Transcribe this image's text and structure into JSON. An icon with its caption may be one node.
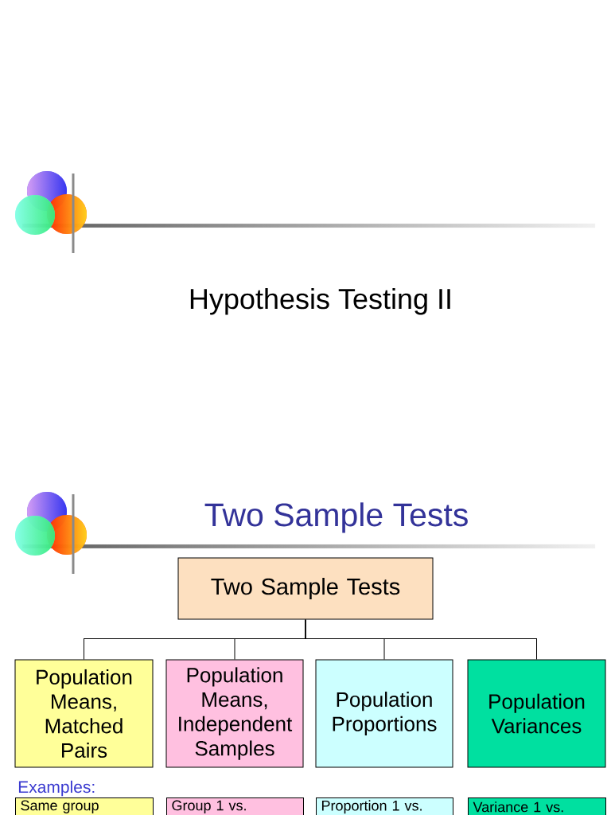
{
  "diagram": {
    "title": "Two Sample Tests",
    "nodes": [
      {
        "text": [
          "Two Sample Tests"
        ]
      },
      {
        "text": [
          "Population Means, Matched Pairs"
        ]
      },
      {
        "text": [
          "Population Means, Independent Samples"
        ]
      },
      {
        "text": [
          "Population Proportions"
        ]
      },
      {
        "text": [
          "Population Variances"
        ]
      },
      {
        "text": [
          "Same group"
        ]
      },
      {
        "text": [
          "Group 1 vs."
        ]
      },
      {
        "text": [
          "Proportion 1 vs."
        ]
      },
      {
        "text": [
          "Variance 1 vs."
        ]
      }
    ],
    "edges": [
      {
        "from": 0,
        "to": 1,
        "arrow": "none"
      },
      {
        "from": 0,
        "to": 2,
        "arrow": "none"
      },
      {
        "from": 0,
        "to": 3,
        "arrow": "none"
      },
      {
        "from": 0,
        "to": 4,
        "arrow": "none"
      }
    ],
    "labels": [
      "Hypothesis Testing II",
      "Examples:"
    ]
  }
}
